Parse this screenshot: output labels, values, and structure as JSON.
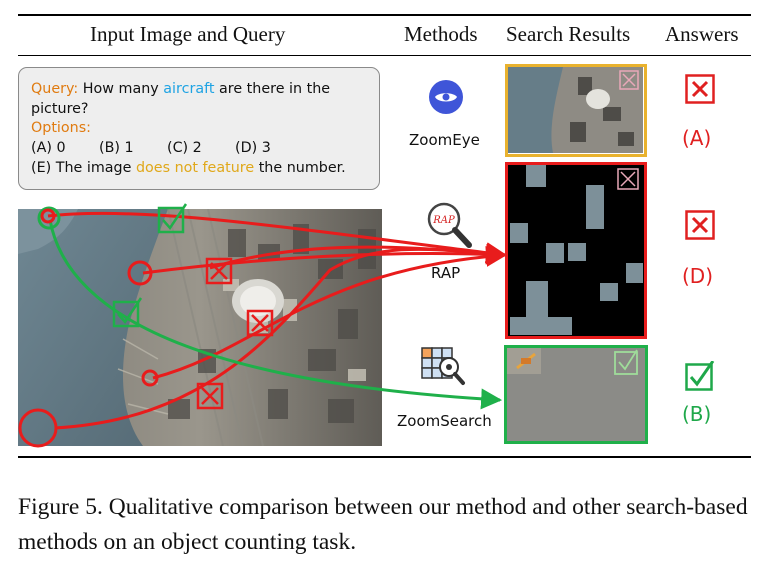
{
  "headers": {
    "input": "Input Image and Query",
    "methods": "Methods",
    "results": "Search Results",
    "answers": "Answers"
  },
  "query": {
    "label": "Query:",
    "text_pre": "How many",
    "keyword": "aircraft",
    "text_post": "are there in the",
    "text_cont": "picture?",
    "options_label": "Options:",
    "options": [
      "(A) 0",
      "(B) 1",
      "(C) 2",
      "(D) 3"
    ],
    "option_e_pre": "(E) The image",
    "option_e_keyword": "does not feature",
    "option_e_post": "the number."
  },
  "methods": [
    {
      "name": "ZoomEye",
      "icon": "eye-robot-icon",
      "answer": "(A)",
      "correct": false,
      "border_color": "#e9b22e",
      "answer_color": "#e02020"
    },
    {
      "name": "RAP",
      "icon": "magnifier-icon",
      "answer": "(D)",
      "correct": false,
      "border_color": "#e81c1c",
      "answer_color": "#e02020"
    },
    {
      "name": "ZoomSearch",
      "icon": "grid-search-icon",
      "answer": "(B)",
      "correct": true,
      "border_color": "#1fb04a",
      "answer_color": "#1fa84a"
    }
  ],
  "rap_logo_text": "RAP",
  "caption": {
    "text": "Figure 5. Qualitative comparison between our method and other search-based methods on an object counting task."
  },
  "colors": {
    "red": "#e81c1c",
    "green": "#1fb04a",
    "orange": "#e07b10",
    "blue": "#1fa3e3",
    "yellow": "#e0a81a"
  }
}
